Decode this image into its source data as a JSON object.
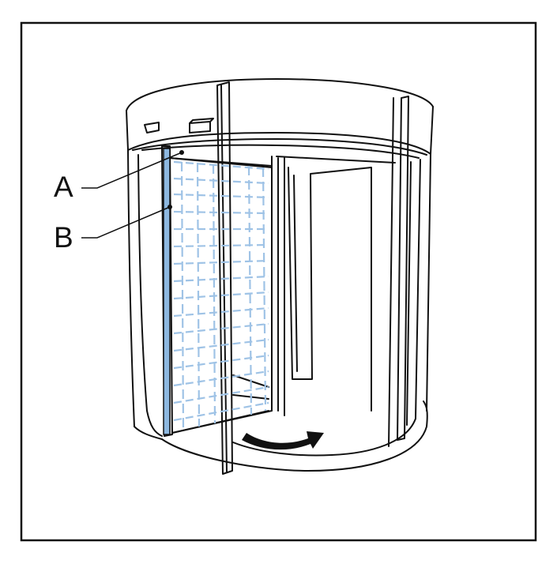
{
  "callouts": [
    {
      "letter": "A"
    },
    {
      "letter": "B"
    }
  ],
  "colors": {
    "line": "#111111",
    "highlight": "#8db8e0",
    "highlight_dash": "#9fc3e6",
    "background": "#ffffff"
  },
  "rotation_direction": "clockwise"
}
